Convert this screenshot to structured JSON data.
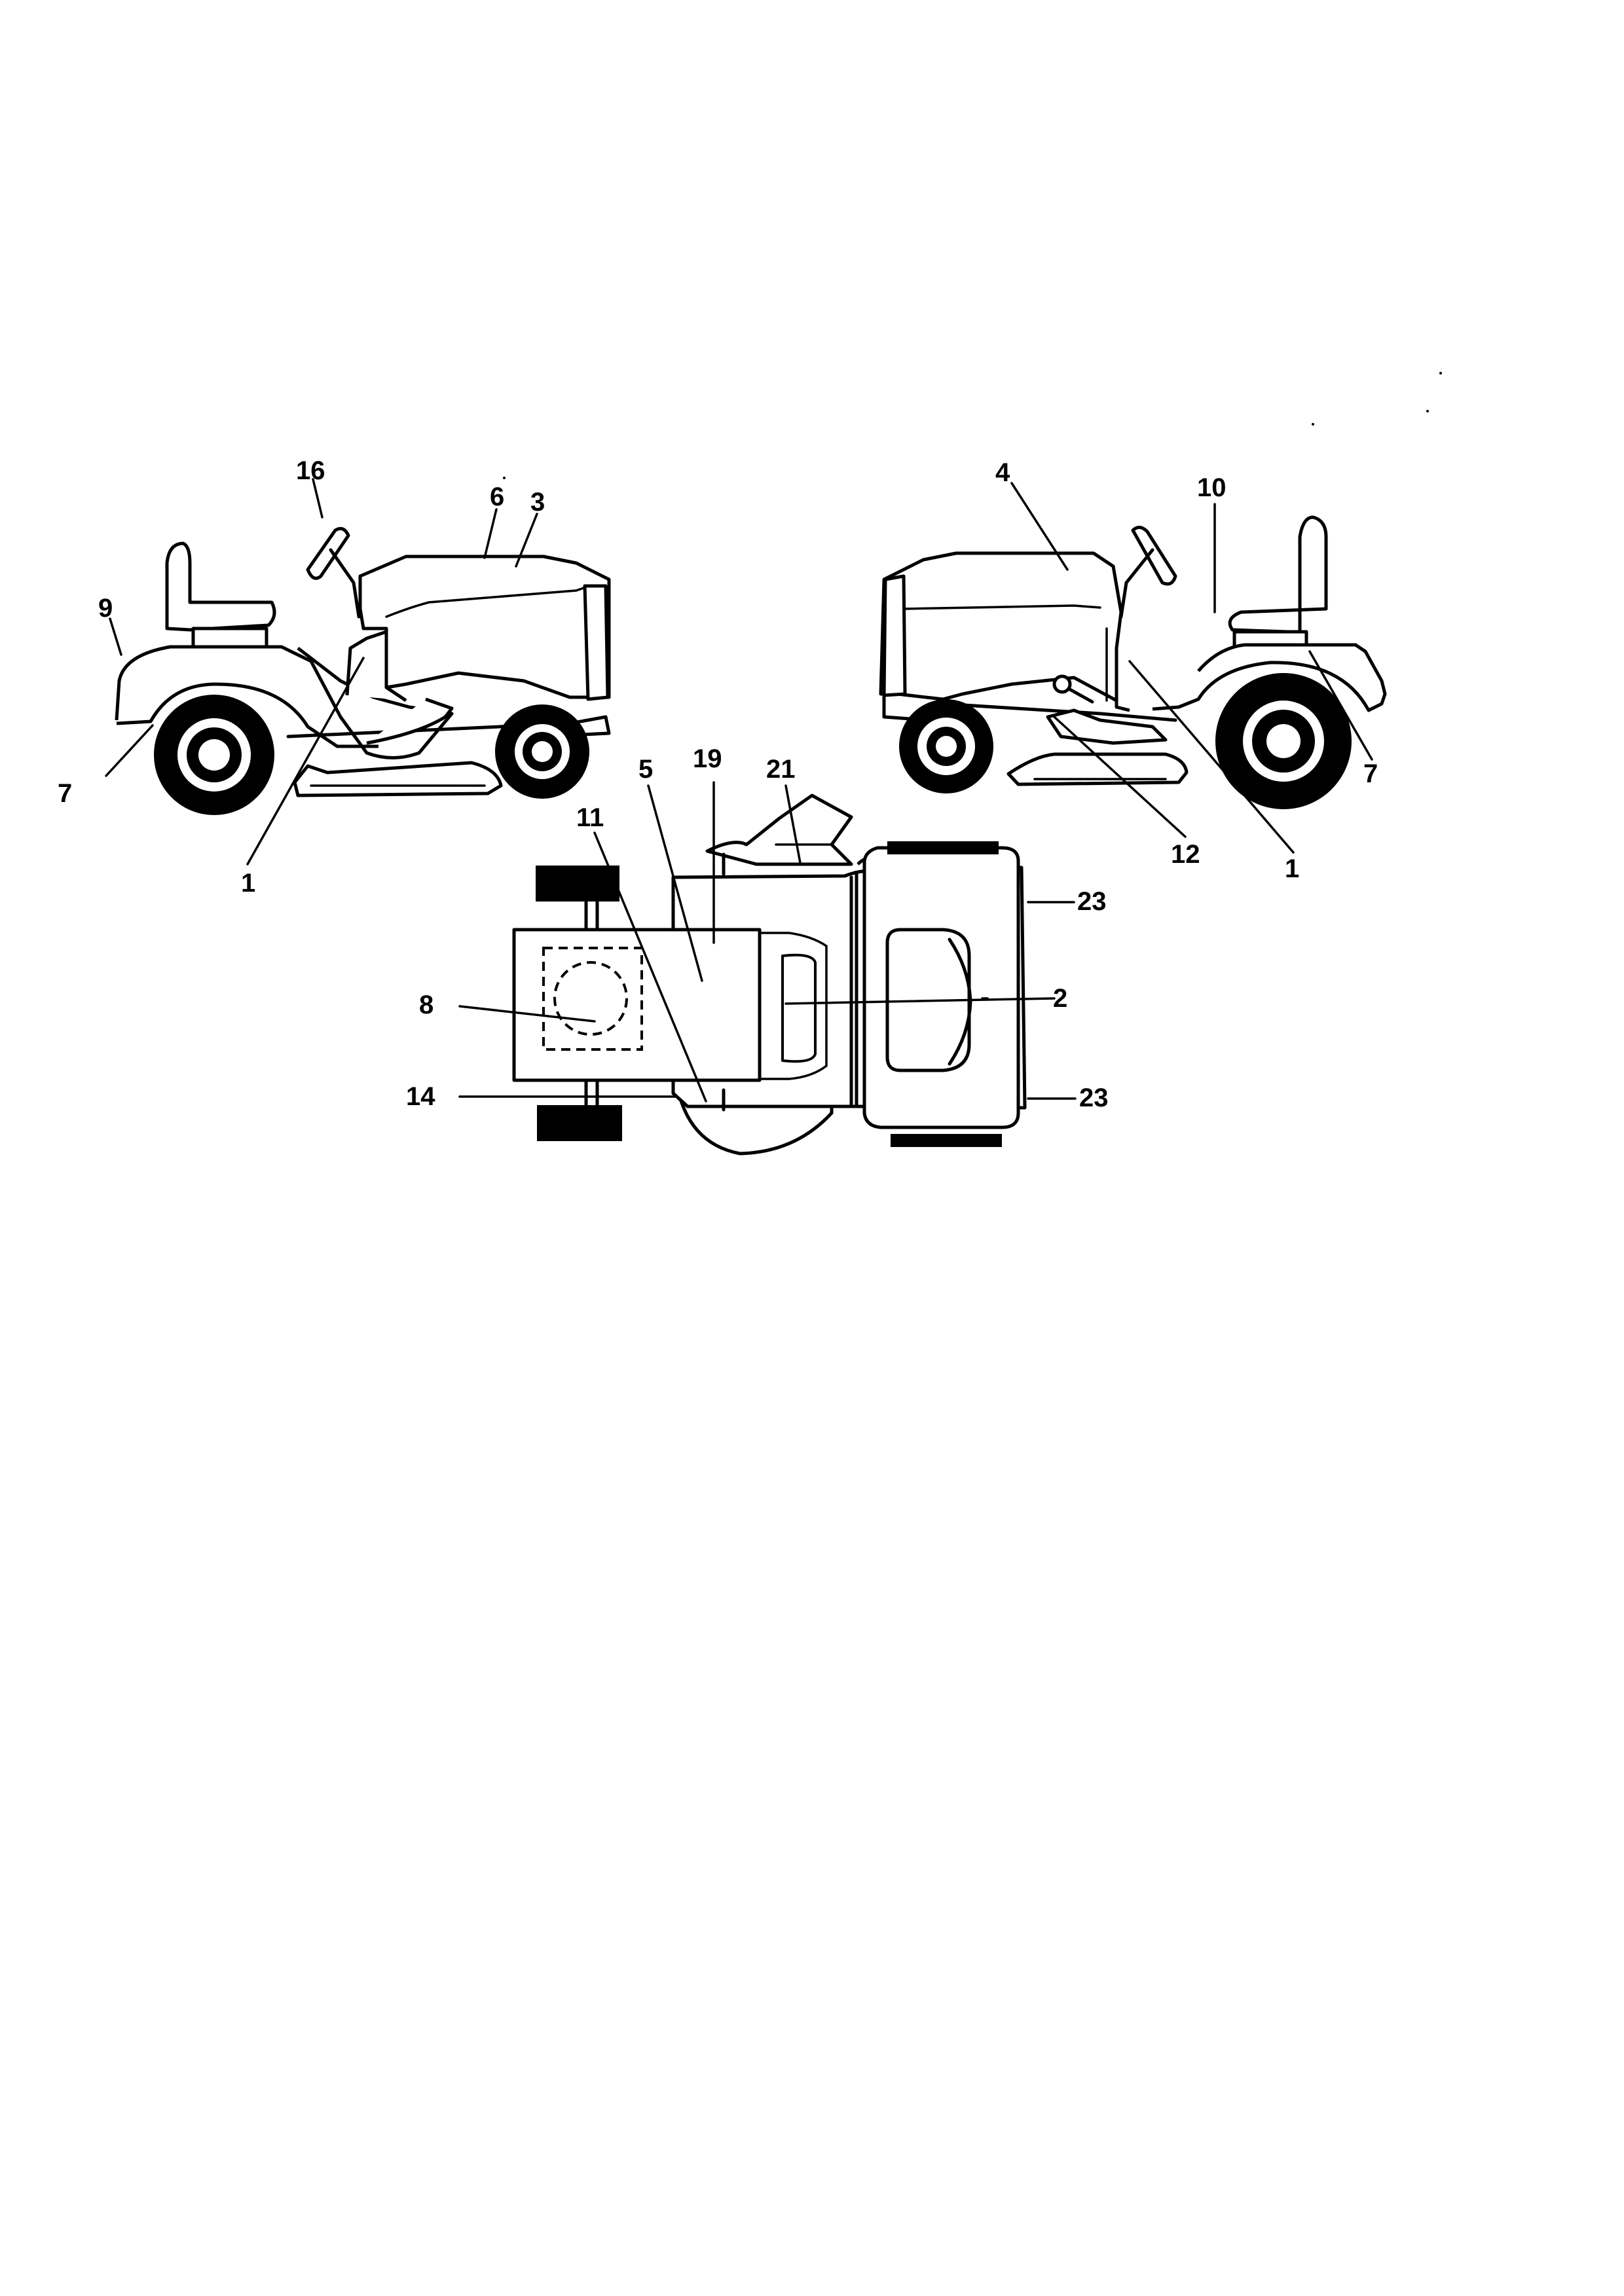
{
  "callouts": {
    "c1_left": "1",
    "c1_right": "1",
    "c2": "2",
    "c3": "3",
    "c4": "4",
    "c5": "5",
    "c6": "6",
    "c7_left": "7",
    "c7_right": "7",
    "c8": "8",
    "c9": "9",
    "c10": "10",
    "c11": "11",
    "c12": "12",
    "c14": "14",
    "c16": "16",
    "c19": "19",
    "c21": "21",
    "c23_top": "23",
    "c23_bottom": "23"
  }
}
